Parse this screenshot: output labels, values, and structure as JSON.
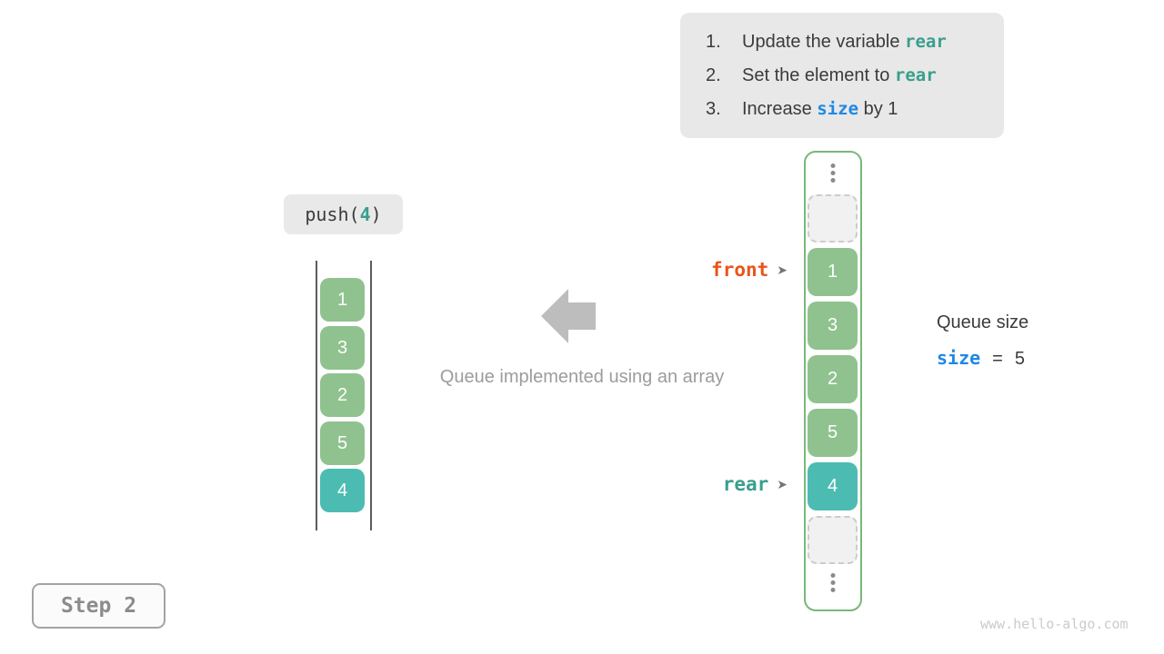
{
  "instructions": {
    "items": [
      {
        "number": "1.",
        "text_before": "Update the variable ",
        "code": "rear",
        "text_after": ""
      },
      {
        "number": "2.",
        "text_before": "Set the element to ",
        "code": "rear",
        "text_after": ""
      },
      {
        "number": "3.",
        "text_before": "Increase ",
        "code": "size",
        "text_after": " by 1"
      }
    ]
  },
  "push_call": {
    "function": "push(",
    "argument": "4",
    "close": ")"
  },
  "queue_list": {
    "values": [
      "1",
      "3",
      "2",
      "5",
      "4"
    ]
  },
  "caption": "Queue implemented using an array",
  "array_column": {
    "cells": [
      "1",
      "3",
      "2",
      "5",
      "4"
    ],
    "front_label": "front",
    "rear_label": "rear",
    "pointer_glyph": "➤"
  },
  "queue_size": {
    "title": "Queue size",
    "variable": "size",
    "equals": "=",
    "value": "5"
  },
  "step_label": "Step 2",
  "watermark": "www.hello-algo.com",
  "colors": {
    "green_cell": "#8fc28f",
    "teal_cell": "#4cbcb2",
    "container_border": "#79b879",
    "front_pointer": "#e8551c",
    "rear_pointer": "#399e8d",
    "size_variable": "#1e88e5",
    "panel_background": "#e8e8e8",
    "arrow_gray": "#bdbdbd"
  }
}
